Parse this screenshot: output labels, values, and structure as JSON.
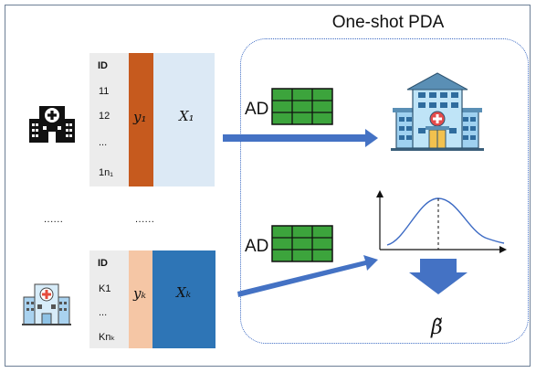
{
  "title": "One-shot PDA",
  "site1": {
    "id_header": "ID",
    "ids": [
      "11",
      "12",
      "...",
      "1n₁"
    ],
    "y_label": "y₁",
    "x_label": "X₁"
  },
  "siteK": {
    "id_header": "ID",
    "ids": [
      "K1",
      "...",
      "Knₖ"
    ],
    "y_label": "yₖ",
    "x_label": "Xₖ"
  },
  "ellipsis_left": "......",
  "ellipsis_mid": "......",
  "ad_label_top": "AD",
  "ad_label_bottom": "AD",
  "result_label": "β̃",
  "colors": {
    "y1": "#c65a1e",
    "x1": "#dce9f5",
    "yK": "#f5c6a5",
    "xK": "#2e75b6",
    "grid": "#3ca43c",
    "arrow": "#4472c4",
    "frame": "#6d7f96"
  },
  "icons": [
    "hospital-icon-black",
    "hospital-icon-small",
    "hospital-building-icon",
    "distribution-curve-icon",
    "down-arrow-icon"
  ]
}
